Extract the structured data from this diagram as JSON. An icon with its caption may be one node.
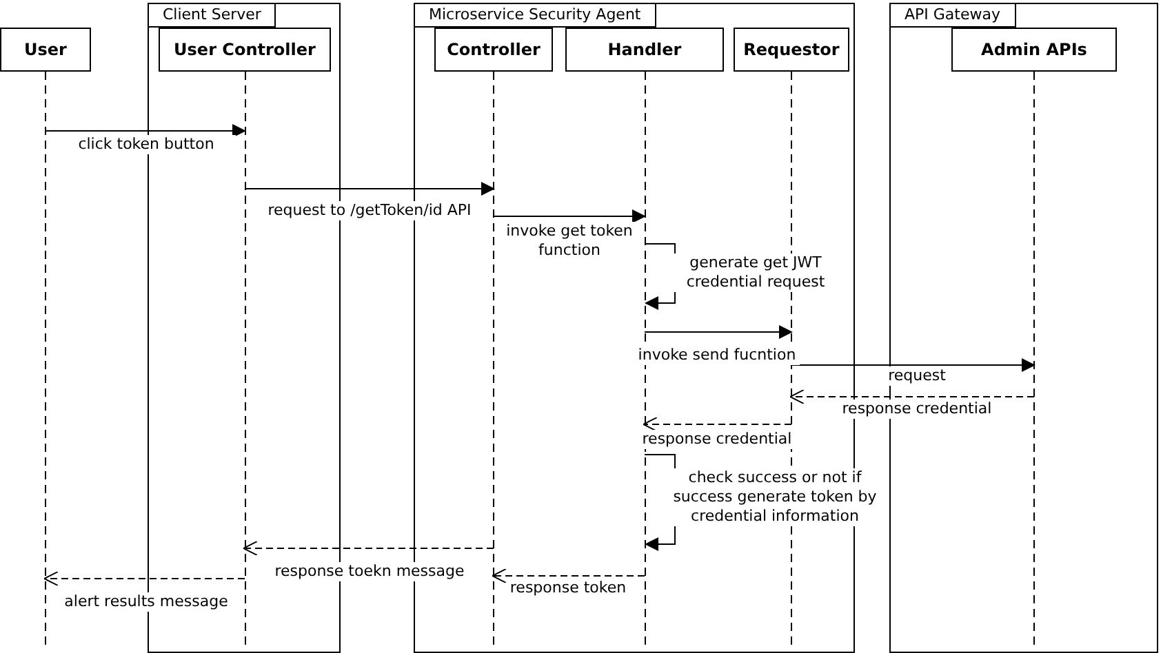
{
  "diagram": {
    "nodes": [
      {
        "text": [
          "User"
        ]
      },
      {
        "text": [
          "Client Server"
        ]
      },
      {
        "text": [
          "User Controller"
        ],
        "in": 1
      },
      {
        "text": [
          "Microservice Security Agent"
        ]
      },
      {
        "text": [
          "Controller"
        ],
        "in": 3
      },
      {
        "text": [
          "Handler"
        ],
        "in": 3
      },
      {
        "text": [
          "Requestor"
        ],
        "in": 3
      },
      {
        "text": [
          "API Gateway"
        ]
      },
      {
        "text": [
          "Admin APIs"
        ],
        "in": 7
      }
    ],
    "edges": [
      {
        "from": 0,
        "to": 2,
        "arrow": "to",
        "label": "click token button"
      },
      {
        "from": 2,
        "to": 4,
        "arrow": "to",
        "label": "request to /getToken/id API"
      },
      {
        "from": 4,
        "to": 5,
        "arrow": "to",
        "label": "invoke get token function"
      },
      {
        "from": 5,
        "to": 5,
        "arrow": "to",
        "label": "generate get JWT credential request"
      },
      {
        "from": 5,
        "to": 6,
        "arrow": "to",
        "label": "invoke send fucntion"
      },
      {
        "from": 6,
        "to": 8,
        "arrow": "to",
        "label": "request"
      },
      {
        "from": 8,
        "to": 6,
        "arrow": "to",
        "label": "response credential",
        "style": "dashed"
      },
      {
        "from": 6,
        "to": 5,
        "arrow": "to",
        "label": "response credential",
        "style": "dashed"
      },
      {
        "from": 5,
        "to": 5,
        "arrow": "to",
        "label": "check success or not if success generate token by credential information"
      },
      {
        "from": 4,
        "to": 2,
        "arrow": "to",
        "label": "response toekn message",
        "style": "dashed"
      },
      {
        "from": 2,
        "to": 0,
        "arrow": "to",
        "label": "alert results message",
        "style": "dashed"
      },
      {
        "from": 5,
        "to": 4,
        "arrow": "to",
        "label": "response token",
        "style": "dashed"
      }
    ]
  }
}
